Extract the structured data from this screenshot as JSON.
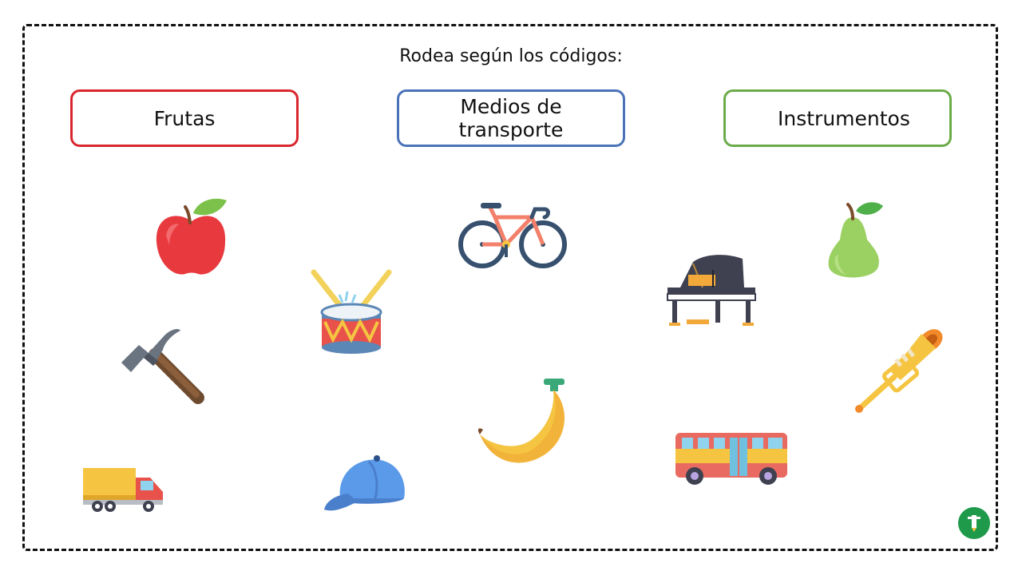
{
  "instruction": "Rodea según los códigos:",
  "categories": [
    {
      "label": "Frutas",
      "color": "#d9262c"
    },
    {
      "label": "Medios de transporte",
      "color": "#4a72b8"
    },
    {
      "label": "Instrumentos",
      "color": "#6bab4a"
    }
  ],
  "items": [
    "apple",
    "drum",
    "bicycle",
    "piano",
    "pear",
    "hammer",
    "trumpet",
    "banana",
    "bus",
    "truck",
    "cap"
  ]
}
